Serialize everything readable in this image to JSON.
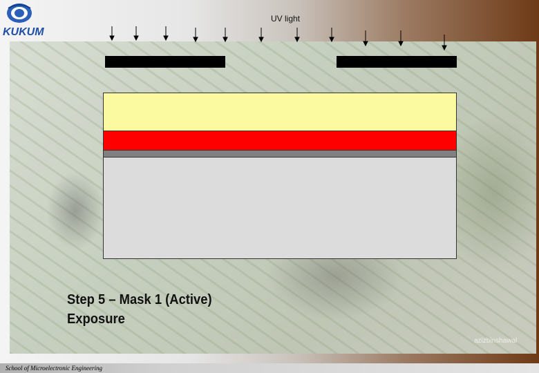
{
  "logo": {
    "text": "KUKUM"
  },
  "diagram": {
    "uv_label": "UV light",
    "layers": [
      {
        "name": "top-layer",
        "color": "#fbfaa0"
      },
      {
        "name": "middle-layer",
        "color": "#ff0000"
      },
      {
        "name": "thin-layer",
        "color": "#808080"
      },
      {
        "name": "substrate",
        "color": "#dcdcdc"
      }
    ]
  },
  "caption": {
    "line1": "Step 5 – Mask 1 (Active)",
    "line2": "Exposure"
  },
  "watermark": "azizbinshawal",
  "footer": {
    "text": "School of Microelectronic Engineering"
  }
}
